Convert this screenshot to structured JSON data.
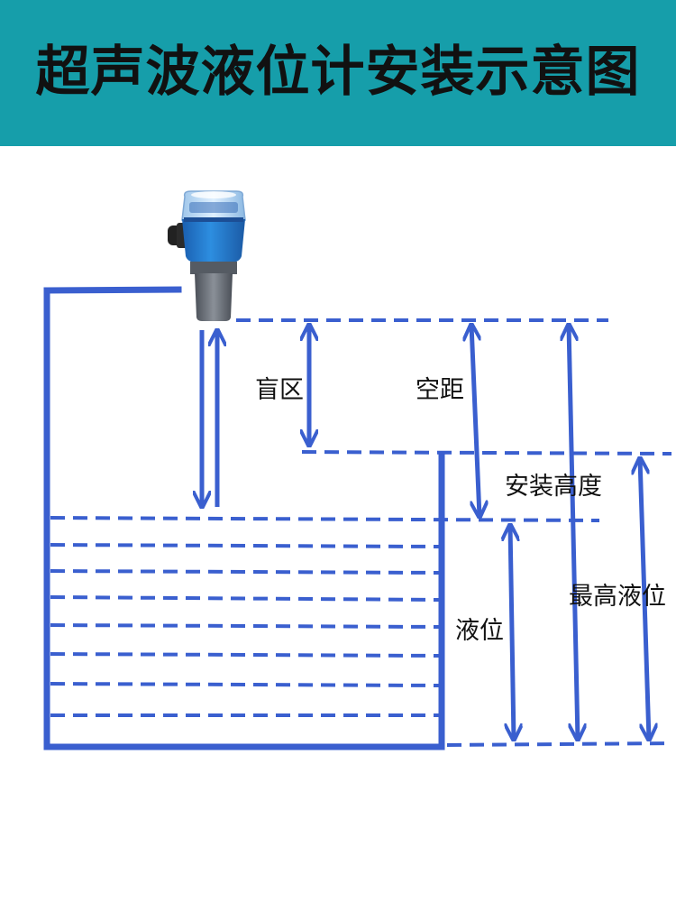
{
  "title": "超声波液位计安装示意图",
  "labels": {
    "blind_zone": "盲区",
    "empty_distance": "空距",
    "install_height": "安装高度",
    "max_level": "最高液位",
    "liquid_level": "液位"
  },
  "colors": {
    "header_bg": "#169eaa",
    "line": "#3a5fcf",
    "sensor_body": "#2a86d8",
    "sensor_probe": "#6a7078",
    "text": "#111111"
  }
}
